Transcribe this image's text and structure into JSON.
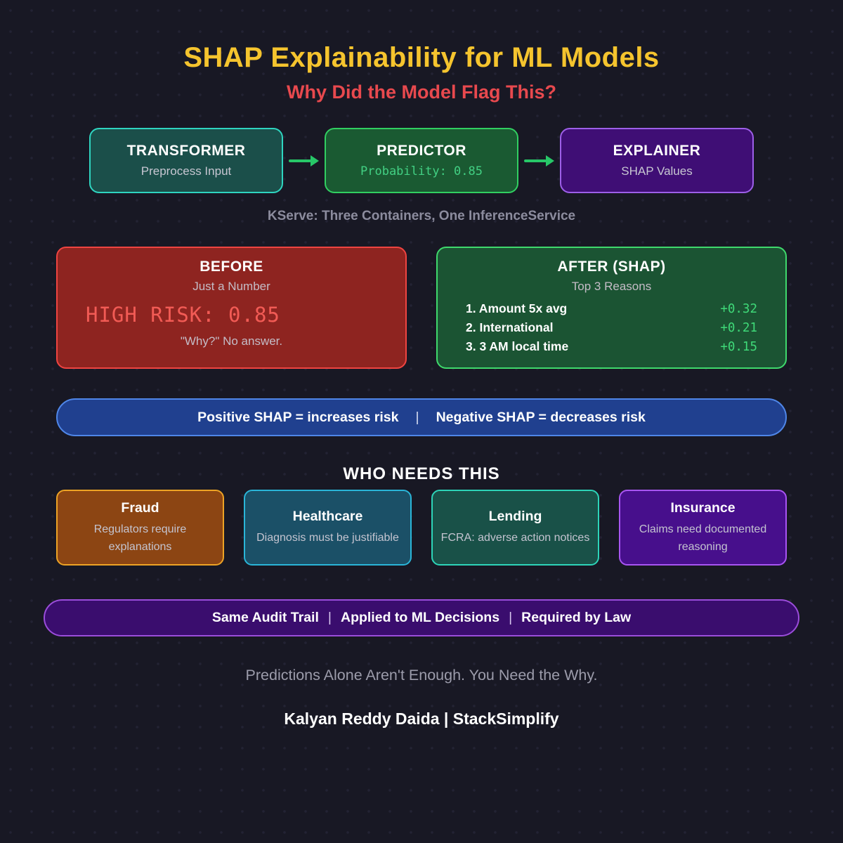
{
  "header": {
    "title": "SHAP Explainability for ML Models",
    "subtitle": "Why Did the Model Flag This?"
  },
  "pipeline": {
    "caption": "KServe: Three Containers, One InferenceService",
    "steps": [
      {
        "title": "TRANSFORMER",
        "subtitle": "Preprocess Input"
      },
      {
        "title": "PREDICTOR",
        "subtitle": "Probability: 0.85"
      },
      {
        "title": "EXPLAINER",
        "subtitle": "SHAP Values"
      }
    ]
  },
  "comparison": {
    "before": {
      "title": "BEFORE",
      "subtitle": "Just a Number",
      "highlight": "HIGH RISK: 0.85",
      "note": "\"Why?\" No answer."
    },
    "after": {
      "title": "AFTER (SHAP)",
      "subtitle": "Top 3 Reasons",
      "reasons": [
        {
          "label": "1. Amount 5x avg",
          "value": "+0.32"
        },
        {
          "label": "2. International",
          "value": "+0.21"
        },
        {
          "label": "3. 3 AM local time",
          "value": "+0.15"
        }
      ]
    }
  },
  "legend": {
    "left": "Positive SHAP = increases risk",
    "separator": "|",
    "right": "Negative SHAP = decreases risk"
  },
  "who_needs": {
    "heading": "WHO NEEDS THIS",
    "cards": [
      {
        "title": "Fraud",
        "body": "Regulators require explanations"
      },
      {
        "title": "Healthcare",
        "body": "Diagnosis must be justifiable"
      },
      {
        "title": "Lending",
        "body": "FCRA: adverse action notices"
      },
      {
        "title": "Insurance",
        "body": "Claims need documented reasoning"
      }
    ]
  },
  "audit_banner": {
    "part1": "Same Audit Trail",
    "sep1": "|",
    "part2": "Applied to ML Decisions",
    "sep2": "|",
    "part3": "Required by Law"
  },
  "footer": {
    "tagline": "Predictions Alone Aren't Enough. You Need the Why.",
    "credit": "Kalyan Reddy Daida | StackSimplify"
  },
  "colors": {
    "background": "#181824",
    "title_yellow": "#f5c42e",
    "subtitle_red": "#e8494e",
    "teal_accent": "#2fd5c0",
    "green_accent": "#31cf61",
    "purple_accent": "#9d5fe8",
    "red_accent": "#ef4441",
    "blue_accent": "#4f86e8",
    "orange_accent": "#eda325",
    "cyan_accent": "#2ab5d8",
    "violet_accent": "#a855f2",
    "mono_green": "#42d083",
    "mono_red": "#f25b55",
    "arrow_green": "#27c768",
    "muted_gray": "#9c9cab"
  }
}
